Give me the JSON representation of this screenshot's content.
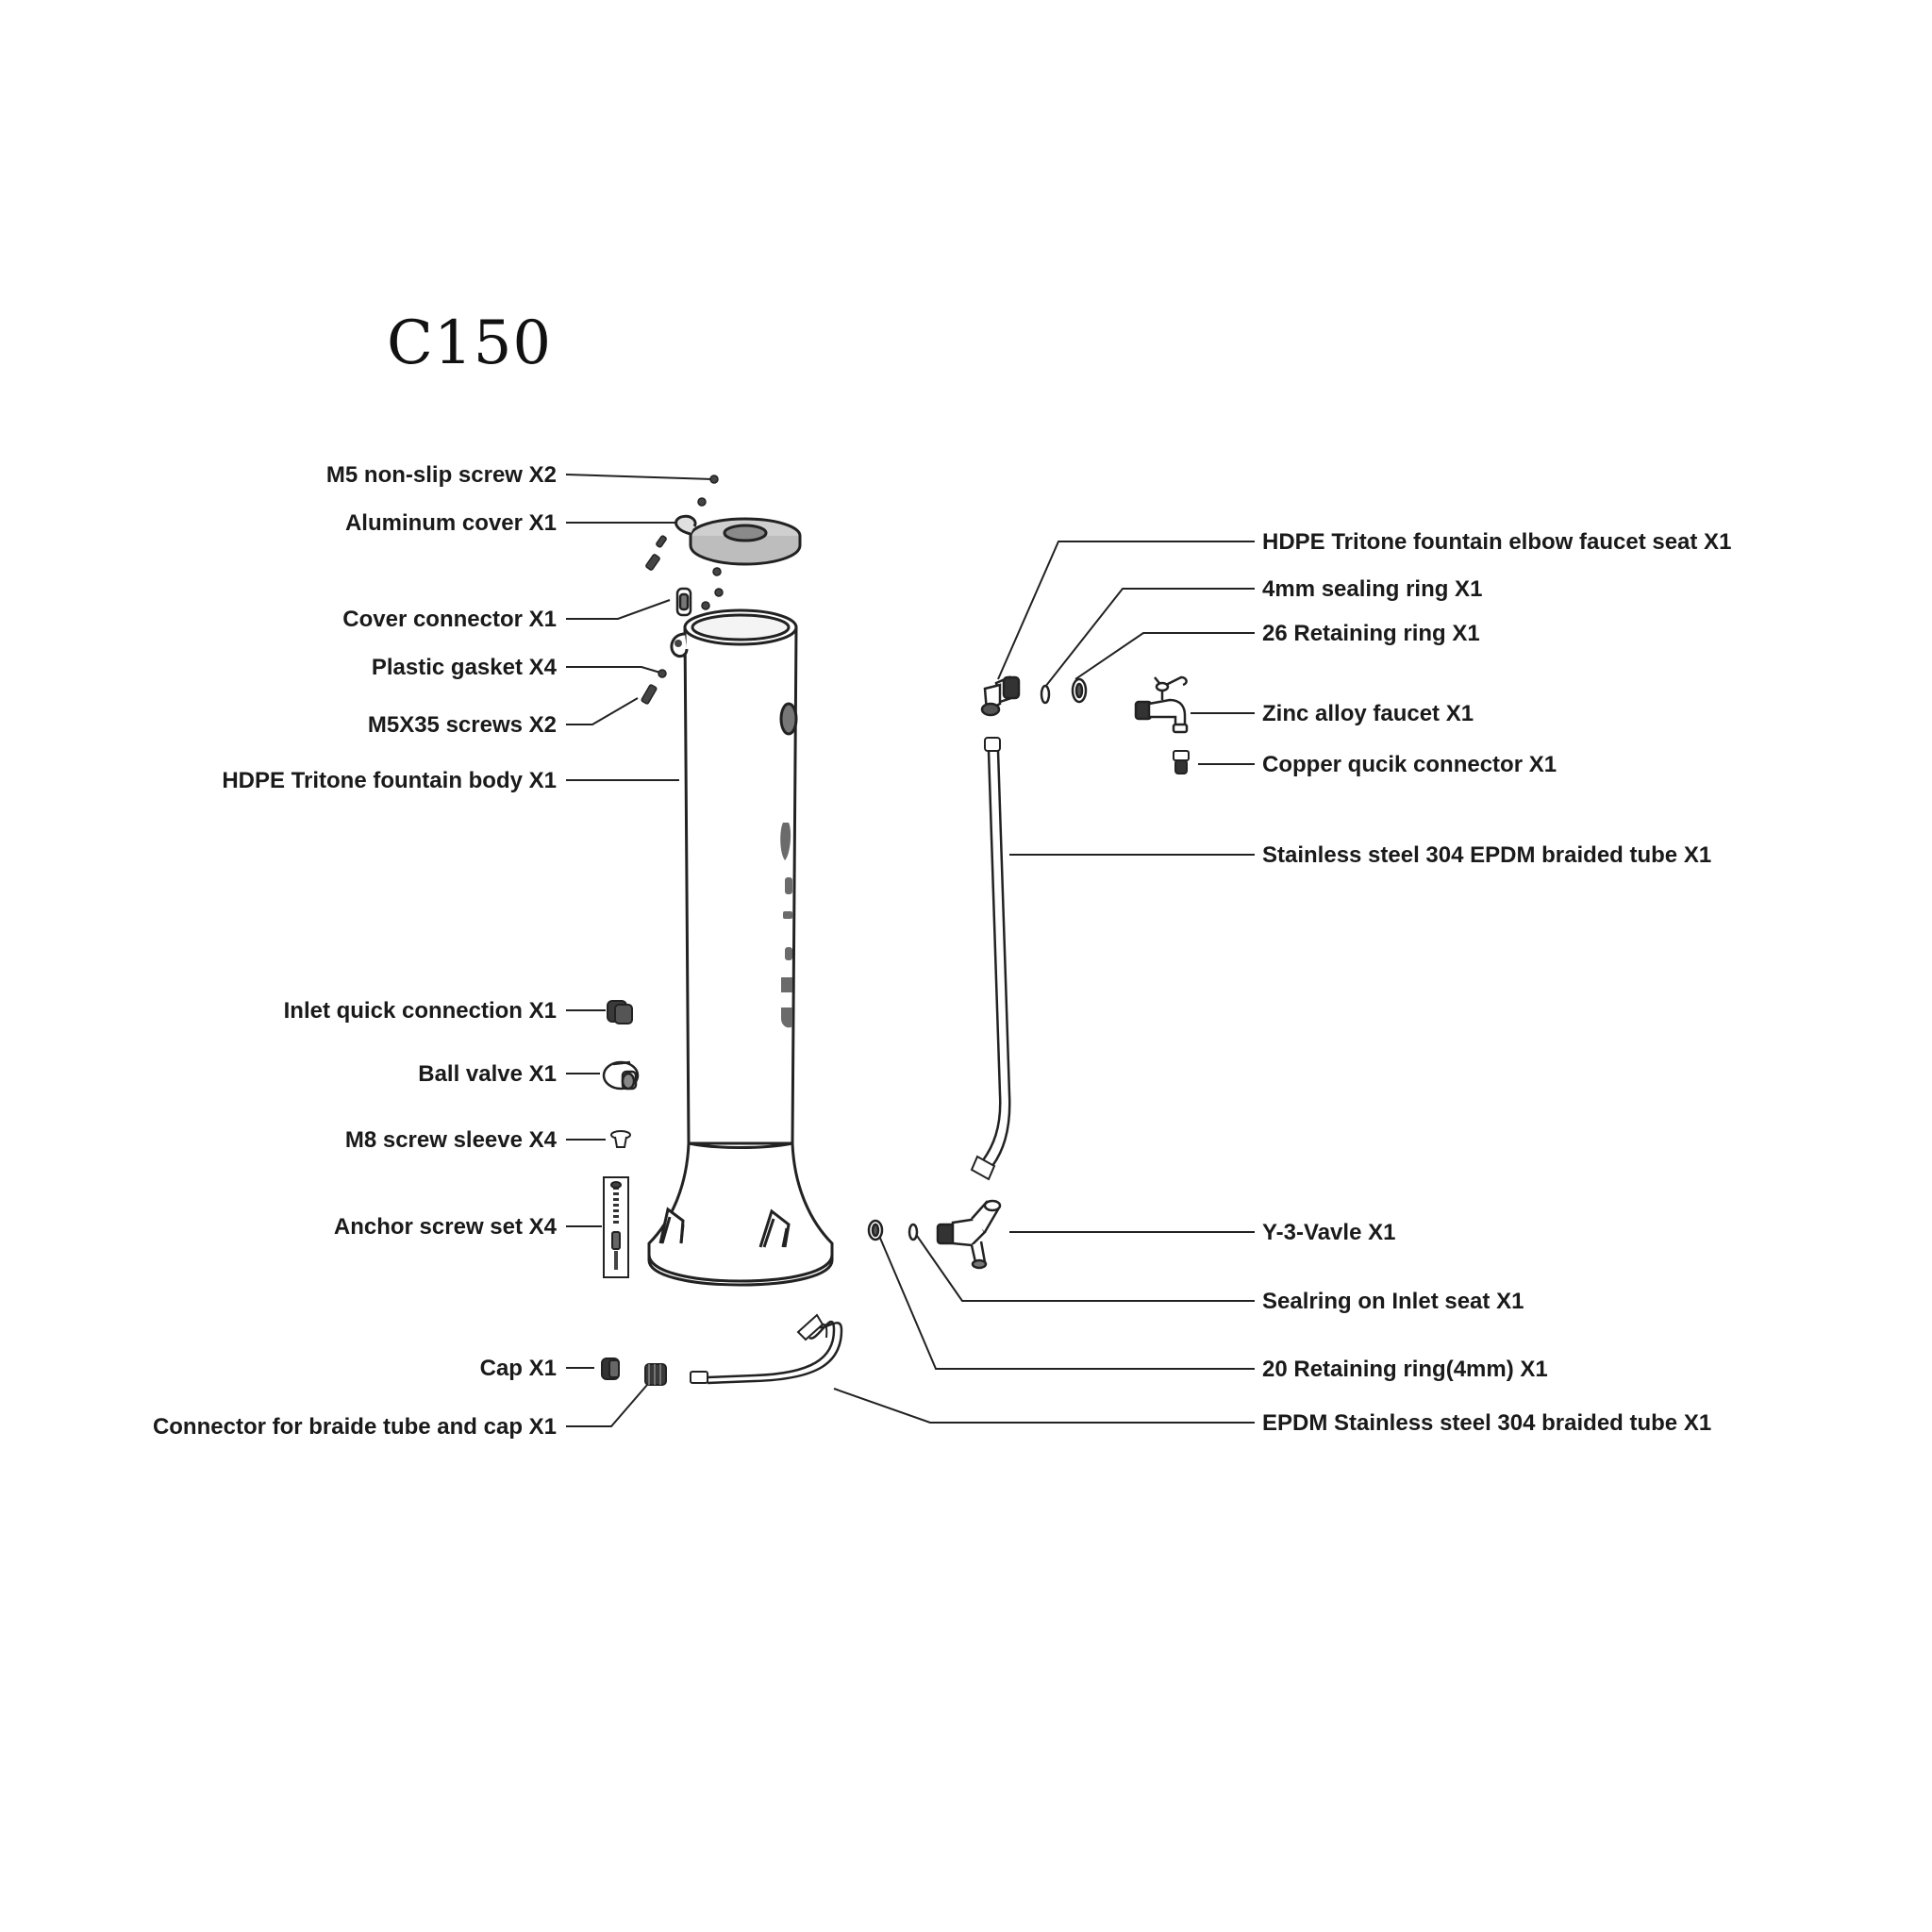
{
  "title": "C150",
  "colors": {
    "line": "#222222",
    "part_fill": "#5a5a5a",
    "body_fill": "#ffffff",
    "text": "#1a1a1a"
  },
  "left_labels": [
    "M5 non-slip screw X2",
    "Aluminum cover X1",
    "Cover connector X1",
    "Plastic gasket X4",
    "M5X35 screws X2",
    "HDPE Tritone fountain body X1",
    "Inlet quick connection X1",
    "Ball valve X1",
    "M8 screw sleeve X4",
    "Anchor screw set X4",
    "Cap X1",
    "Connector for braide tube and cap X1"
  ],
  "right_labels": [
    "HDPE Tritone fountain elbow faucet seat X1",
    "4mm sealing ring X1",
    "26 Retaining ring X1",
    "Zinc alloy faucet X1",
    "Copper qucik connector X1",
    "Stainless steel 304 EPDM braided tube X1",
    "Y-3-Vavle X1",
    "Sealring on Inlet seat X1",
    "20 Retaining ring(4mm) X1",
    "EPDM Stainless steel 304 braided tube X1"
  ]
}
